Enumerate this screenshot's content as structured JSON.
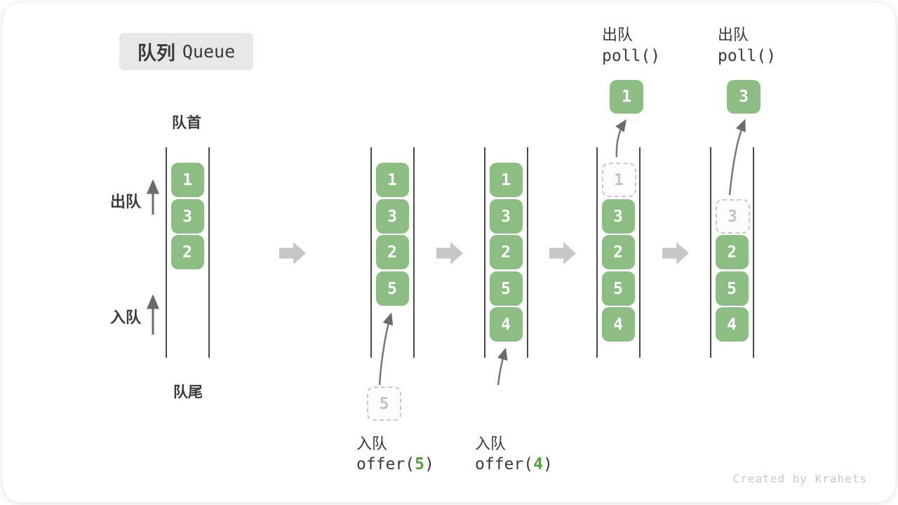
{
  "title": {
    "zh": "队列",
    "en": "Queue"
  },
  "side_labels": {
    "front": "队首",
    "rear": "队尾",
    "dequeue": "出队",
    "enqueue": "入队"
  },
  "colors": {
    "box_green": "#8cbd83",
    "code_green": "#55a33b",
    "text_dark": "#3a3a3a",
    "muted_gray": "#c8c8c8",
    "arrow_gray": "#6b6b6b",
    "badge_gray": "#e7e7e7"
  },
  "states": [
    {
      "name": "initial-queue",
      "boxes": [
        {
          "value": "1",
          "slot": 0,
          "style": "solid"
        },
        {
          "value": "3",
          "slot": 1,
          "style": "solid"
        },
        {
          "value": "2",
          "slot": 2,
          "style": "solid"
        }
      ]
    },
    {
      "name": "after-offer-5",
      "boxes": [
        {
          "value": "1",
          "slot": 0,
          "style": "solid"
        },
        {
          "value": "3",
          "slot": 1,
          "style": "solid"
        },
        {
          "value": "2",
          "slot": 2,
          "style": "solid"
        },
        {
          "value": "5",
          "slot": 3,
          "style": "solid"
        }
      ],
      "pending_value": "5",
      "op": {
        "action": "入队",
        "code_pre": "offer(",
        "arg": "5",
        "code_post": ")"
      }
    },
    {
      "name": "after-offer-4",
      "boxes": [
        {
          "value": "1",
          "slot": 0,
          "style": "solid"
        },
        {
          "value": "3",
          "slot": 1,
          "style": "solid"
        },
        {
          "value": "2",
          "slot": 2,
          "style": "solid"
        },
        {
          "value": "5",
          "slot": 3,
          "style": "solid"
        },
        {
          "value": "4",
          "slot": 4,
          "style": "solid"
        }
      ],
      "op": {
        "action": "入队",
        "code_pre": "offer(",
        "arg": "4",
        "code_post": ")"
      }
    },
    {
      "name": "after-poll-1",
      "boxes": [
        {
          "value": "1",
          "slot": 0,
          "style": "dashed"
        },
        {
          "value": "3",
          "slot": 1,
          "style": "solid"
        },
        {
          "value": "2",
          "slot": 2,
          "style": "solid"
        },
        {
          "value": "5",
          "slot": 3,
          "style": "solid"
        },
        {
          "value": "4",
          "slot": 4,
          "style": "solid"
        }
      ],
      "result_value": "1",
      "op": {
        "action": "出队",
        "code_pre": "poll()",
        "arg": "",
        "code_post": ""
      }
    },
    {
      "name": "after-poll-3",
      "boxes": [
        {
          "value": "3",
          "slot": 1,
          "style": "dashed"
        },
        {
          "value": "2",
          "slot": 2,
          "style": "solid"
        },
        {
          "value": "5",
          "slot": 3,
          "style": "solid"
        },
        {
          "value": "4",
          "slot": 4,
          "style": "solid"
        }
      ],
      "result_value": "3",
      "op": {
        "action": "出队",
        "code_pre": "poll()",
        "arg": "",
        "code_post": ""
      }
    }
  ],
  "watermark": "Created by Krahets"
}
